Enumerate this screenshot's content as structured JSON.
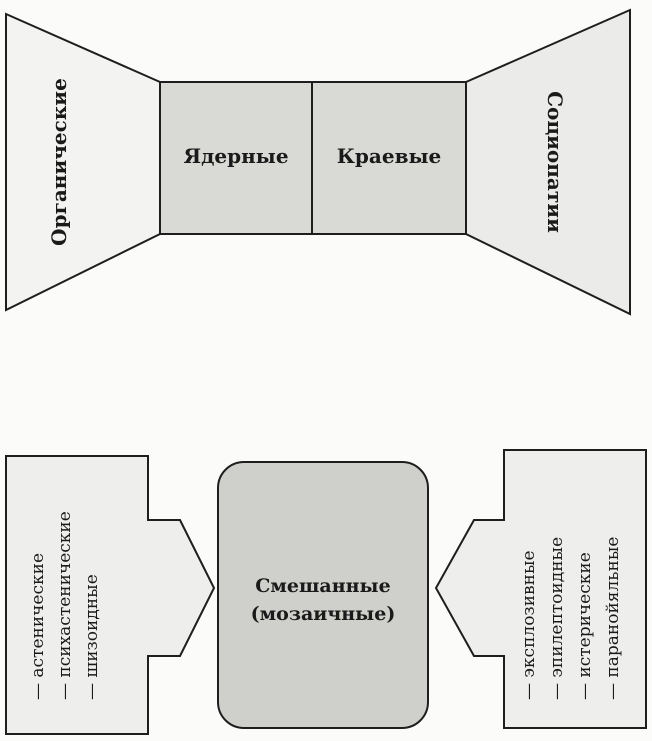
{
  "top_diagram": {
    "left_label": "Органические",
    "center_left_label": "Ядерные",
    "center_right_label": "Краевые",
    "right_label": "Социопатии"
  },
  "bottom_diagram": {
    "center_label_line1": "Смешанные",
    "center_label_line2": "(мозаичные)",
    "left_list": [
      "— астенические",
      "— психастенические",
      "— шизоидные"
    ],
    "right_list": [
      "— эксплозивные",
      "— эпилептоидные",
      "— истерические",
      "— паранойяльные"
    ]
  },
  "colors": {
    "panel_fill": "#d9d9d6",
    "side_fill": "#ededeb",
    "mixed_fill": "#cfcfcb",
    "stroke": "#1e1e1e"
  }
}
